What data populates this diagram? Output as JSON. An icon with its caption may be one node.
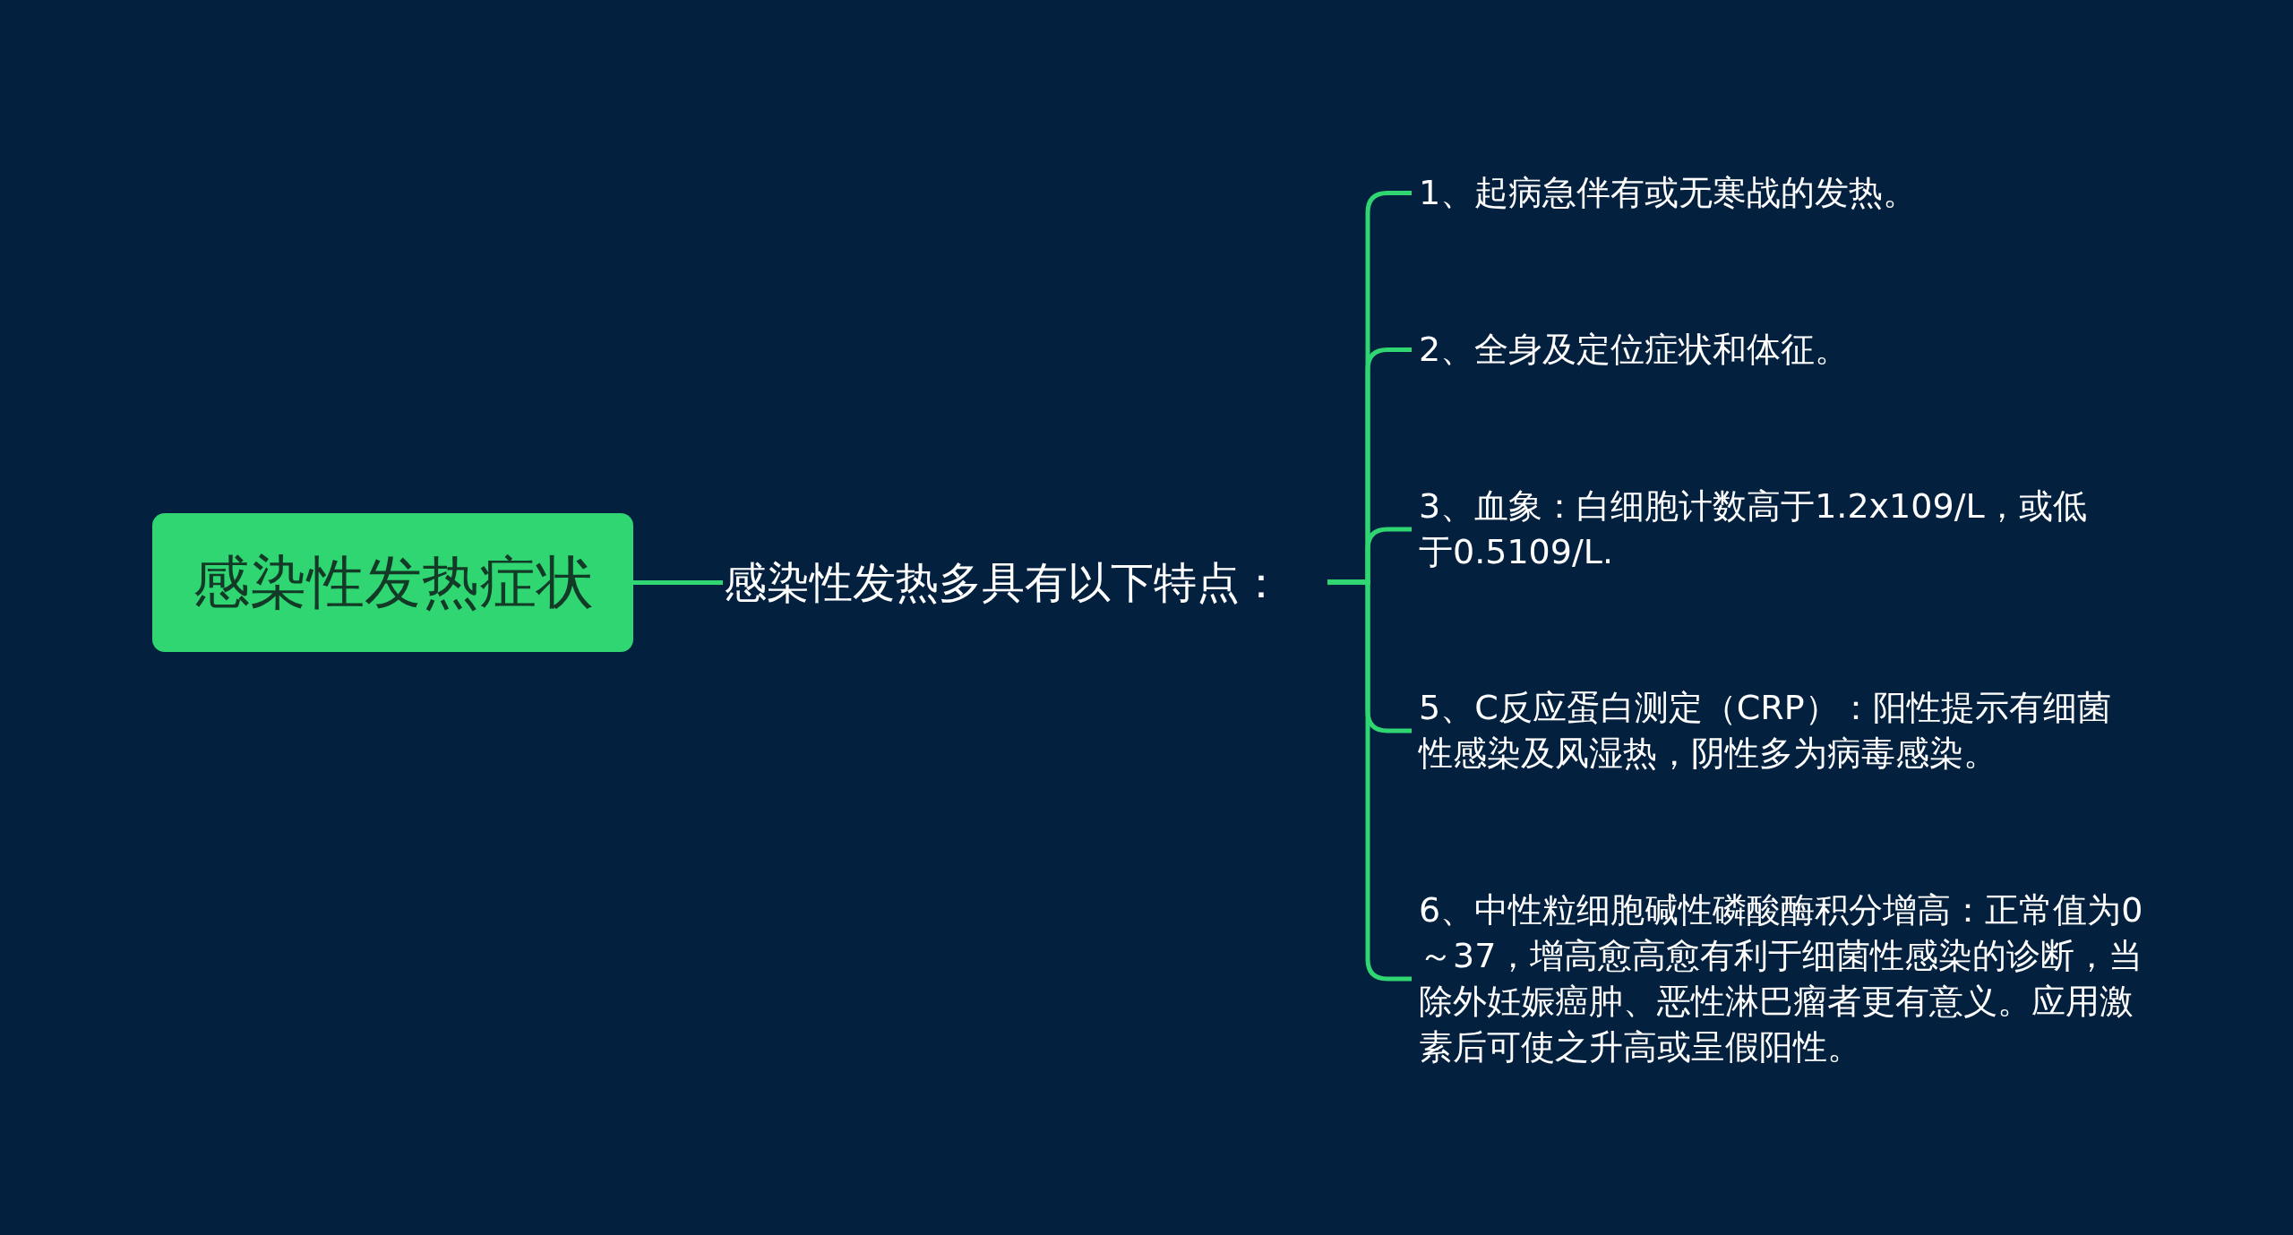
{
  "diagram": {
    "nodes": [
      {
        "text": [
          "感染性发热症状"
        ]
      },
      {
        "text": [
          "感染性发热多具有以下特点："
        ]
      },
      {
        "text": [
          "1、起病急伴有或无寒战的发热。"
        ]
      },
      {
        "text": [
          "2、全身及定位症状和体征。"
        ]
      },
      {
        "text": [
          "3、血象：白细胞计数高于1.2x109/L，或低于0.5109/L."
        ]
      },
      {
        "text": [
          "5、C反应蛋白测定（CRP）：阳性提示有细菌性感染及风湿热，阴性多为病毒感染。"
        ]
      },
      {
        "text": [
          "6、中性粒细胞碱性磷酸酶积分增高：正常值为0～37，增高愈高愈有利于细菌性感染的诊断，当除外妊娠癌肿、恶性淋巴瘤者更有意义。应用激素后可使之升高或呈假阳性。"
        ]
      }
    ],
    "edges": [
      {
        "from": 0,
        "to": 1,
        "arrow": "none"
      },
      {
        "from": 1,
        "to": 2,
        "arrow": "none"
      },
      {
        "from": 1,
        "to": 3,
        "arrow": "none"
      },
      {
        "from": 1,
        "to": 4,
        "arrow": "none"
      },
      {
        "from": 1,
        "to": 5,
        "arrow": "none"
      },
      {
        "from": 1,
        "to": 6,
        "arrow": "none"
      }
    ]
  }
}
